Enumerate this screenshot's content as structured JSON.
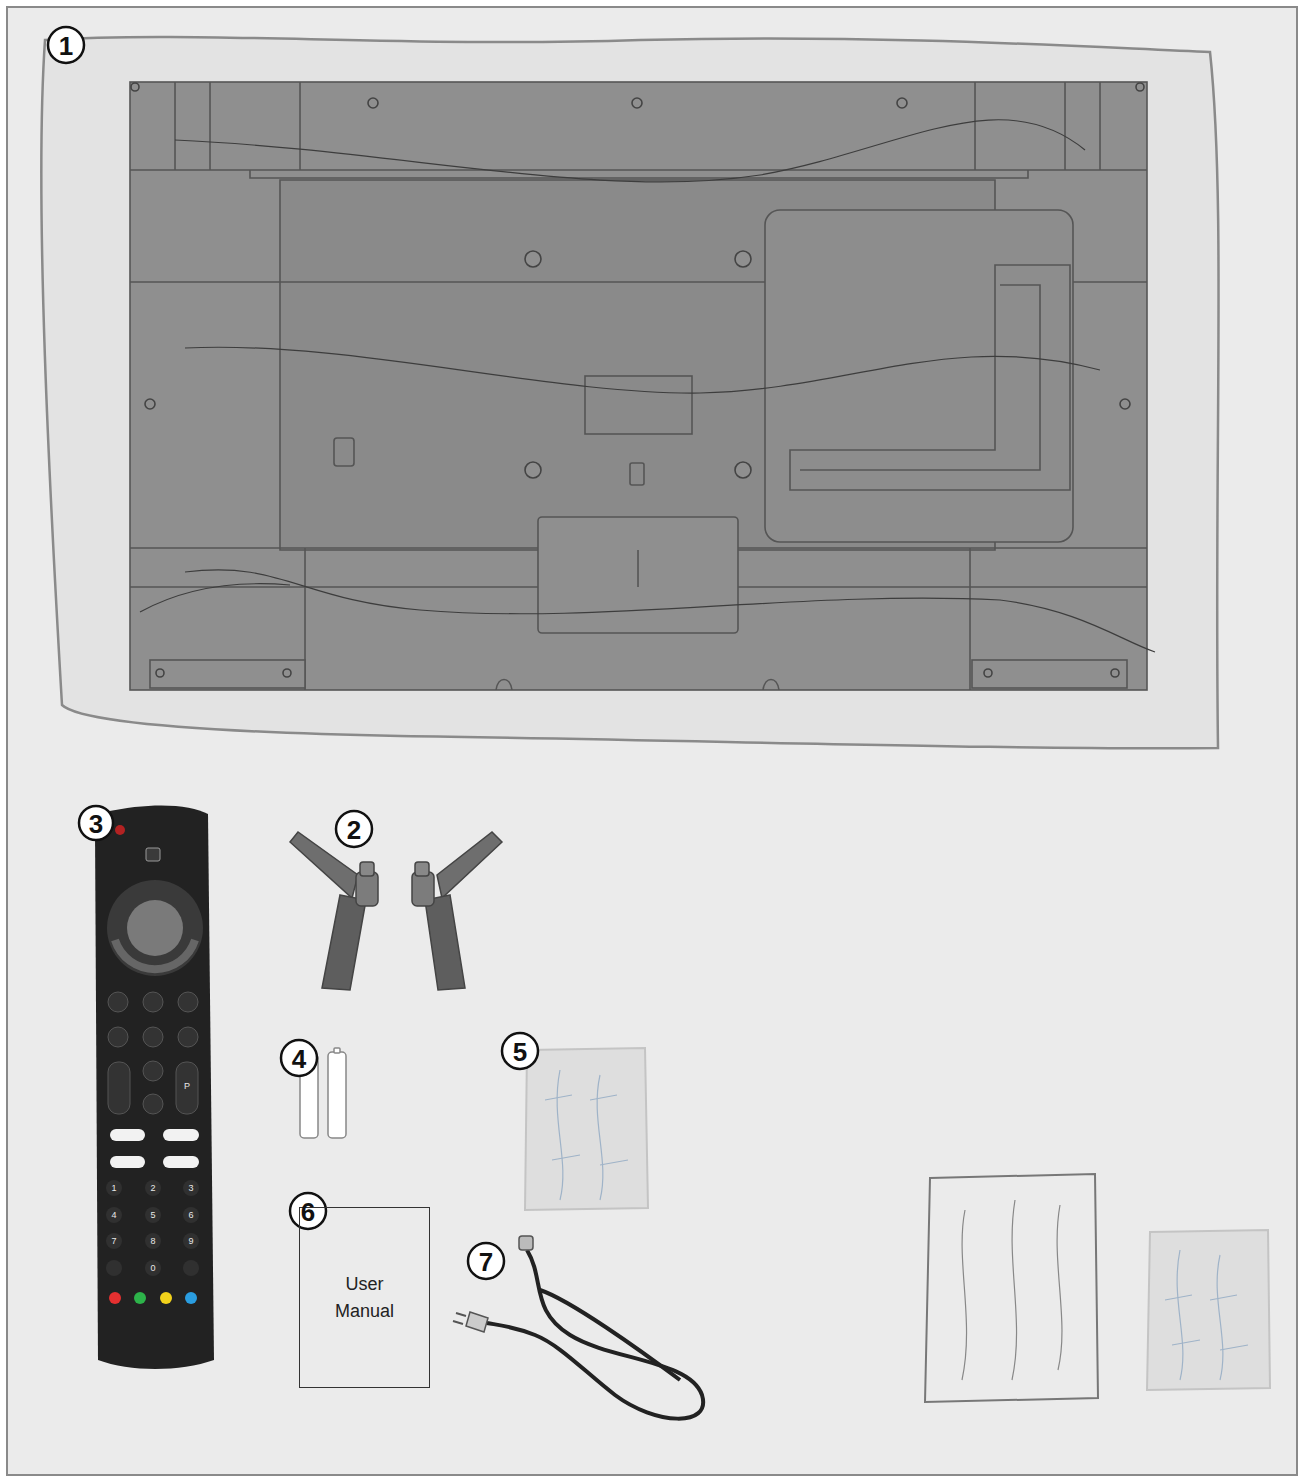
{
  "diagram": {
    "nodes": [
      {
        "text": [
          "User Manual"
        ]
      }
    ],
    "labels": [
      "1",
      "2",
      "3",
      "4",
      "5",
      "6",
      "7",
      "P",
      "1",
      "2",
      "3",
      "4",
      "5",
      "6",
      "7",
      "8",
      "9",
      "0"
    ]
  }
}
